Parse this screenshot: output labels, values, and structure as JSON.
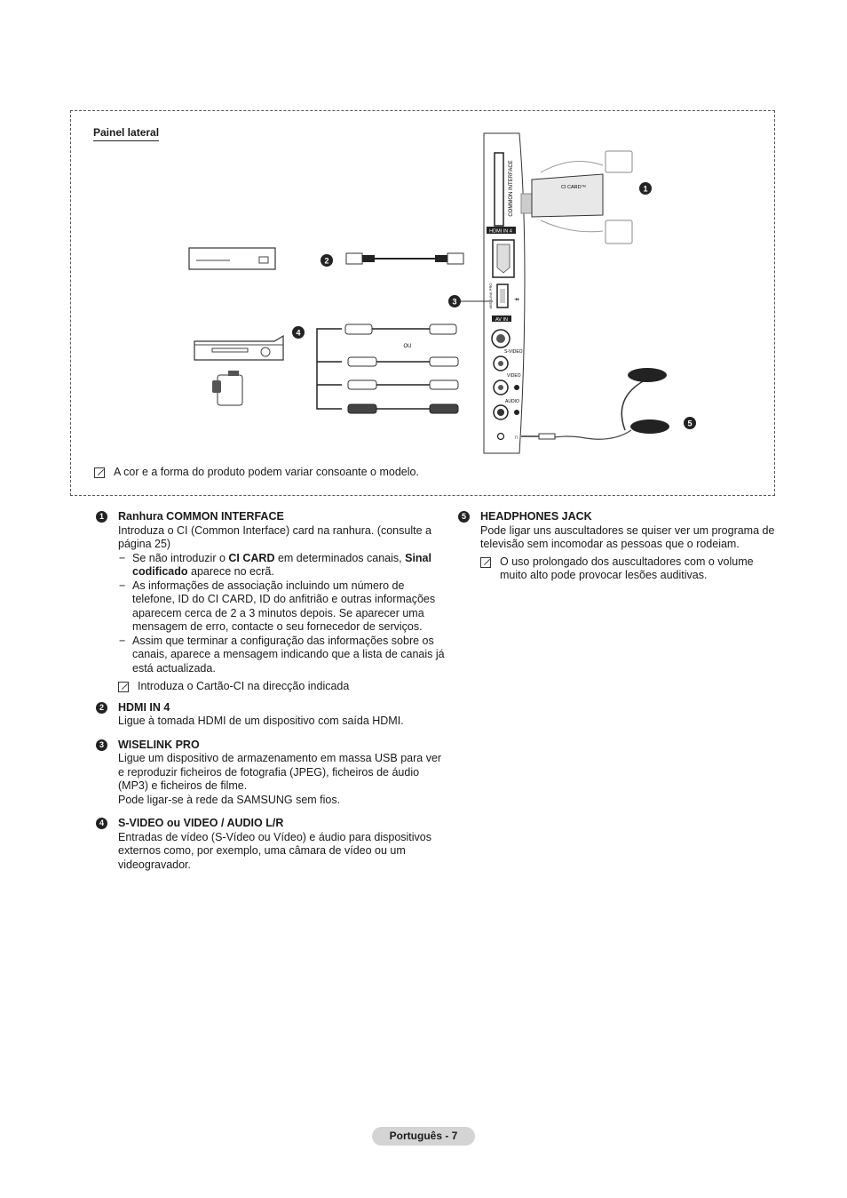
{
  "panel": {
    "title": "Painel lateral",
    "labels": {
      "ci_card": "CI CARD™",
      "common_interface": "COMMON INTERFACE",
      "hdmi_in": "HDMI IN 4",
      "wiselink": "WISELINK PRO",
      "av_in": "AV IN",
      "s_video": "S-VIDEO",
      "video": "VIDEO",
      "audio": "AUDIO",
      "ou": "OU"
    },
    "callouts": [
      "1",
      "2",
      "3",
      "4",
      "5"
    ],
    "note": "A cor e a forma do produto podem variar consoante o modelo."
  },
  "items": {
    "i1": {
      "num": "1",
      "title": "Ranhura COMMON INTERFACE",
      "body": "Introduza o CI (Common Interface) card na ranhura. (consulte a página 25)",
      "d1a": "Se não introduzir o ",
      "d1b": "CI CARD",
      "d1c": " em determinados canais, ",
      "d1d": "Sinal codificado",
      "d1e": " aparece no ecrã.",
      "d2": "As informações de associação incluindo um número de telefone, ID do CI CARD, ID do anfitrião e outras informações aparecem cerca de 2 a 3 minutos depois. Se aparecer uma mensagem de erro, contacte o seu fornecedor de serviços.",
      "d3": "Assim que terminar a configuração das informações sobre os canais, aparece a mensagem indicando que a lista de canais já está actualizada.",
      "note": "Introduza o Cartão-CI na direcção indicada"
    },
    "i2": {
      "num": "2",
      "title": "HDMI IN 4",
      "body": "Ligue à tomada HDMI de um dispositivo com saída HDMI."
    },
    "i3": {
      "num": "3",
      "title": "WISELINK PRO",
      "body1": "Ligue um dispositivo de armazenamento em massa USB para ver e reproduzir ficheiros de fotografia (JPEG), ficheiros de áudio (MP3) e ficheiros de filme.",
      "body2": "Pode ligar-se à rede da SAMSUNG sem fios."
    },
    "i4": {
      "num": "4",
      "title": "S-VIDEO ou VIDEO / AUDIO L/R",
      "body": "Entradas de vídeo (S-Vídeo ou Vídeo) e áudio para dispositivos externos como, por exemplo, uma câmara de vídeo ou um videogravador."
    },
    "i5": {
      "num": "5",
      "title": "HEADPHONES JACK",
      "body": "Pode ligar uns auscultadores se quiser ver um programa de televisão sem incomodar as pessoas que o rodeiam.",
      "note": "O uso prolongado dos auscultadores com o volume muito alto pode provocar lesões auditivas."
    }
  },
  "footer": {
    "page": "Português - 7"
  }
}
